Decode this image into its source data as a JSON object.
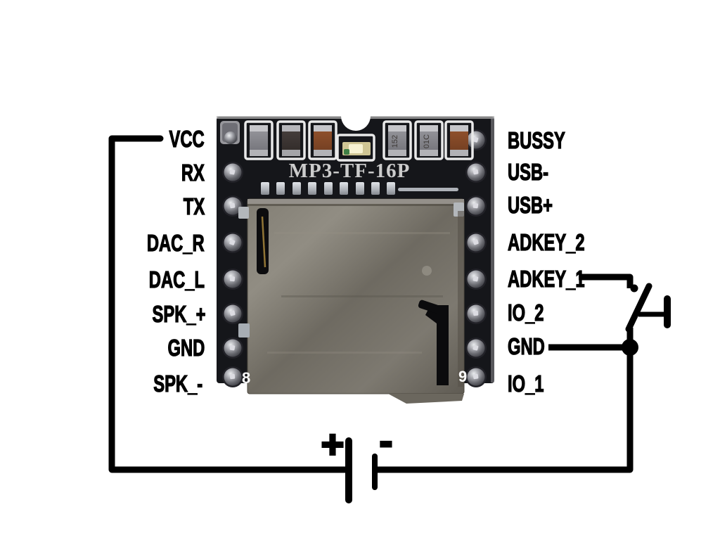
{
  "module": {
    "silkscreen": "MP3-TF-16P",
    "pin_number_left": "8",
    "pin_number_right": "9",
    "chip_markings": [
      "152",
      "01C"
    ],
    "board_color": "#15161a",
    "socket_color": "#7b776d",
    "silkscreen_color": "#d6d6d6"
  },
  "pins": {
    "left": [
      "VCC",
      "RX",
      "TX",
      "DAC_R",
      "DAC_L",
      "SPK_+",
      "GND",
      "SPK_-"
    ],
    "right": [
      "BUSSY",
      "USB-",
      "USB+",
      "ADKEY_2",
      "ADKEY_1",
      "IO_2",
      "GND",
      "IO_1"
    ]
  },
  "battery": {
    "positive_label": "+",
    "negative_label": "-"
  },
  "wire_color": "#000000",
  "background_color": "#ffffff"
}
